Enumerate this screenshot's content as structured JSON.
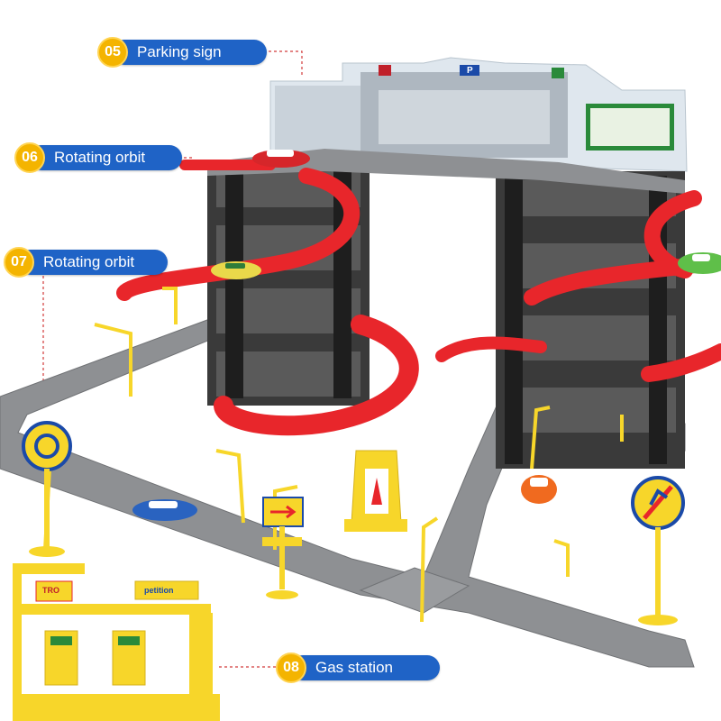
{
  "callouts": [
    {
      "number": "05",
      "label": "Parking sign"
    },
    {
      "number": "06",
      "label": "Rotating orbit"
    },
    {
      "number": "07",
      "label": "Rotating orbit"
    },
    {
      "number": "08",
      "label": "Gas station"
    }
  ],
  "signs": {
    "parking_letter": "P",
    "gas_station_top": "TRO",
    "gas_station_brand": "petition"
  },
  "colors": {
    "callout_blue": "#1f63c6",
    "callout_badge": "#f4b400",
    "track_red": "#e8262b",
    "road_gray": "#8e9093",
    "frame_black": "#2a2a2a",
    "toy_yellow": "#f7d62a"
  }
}
